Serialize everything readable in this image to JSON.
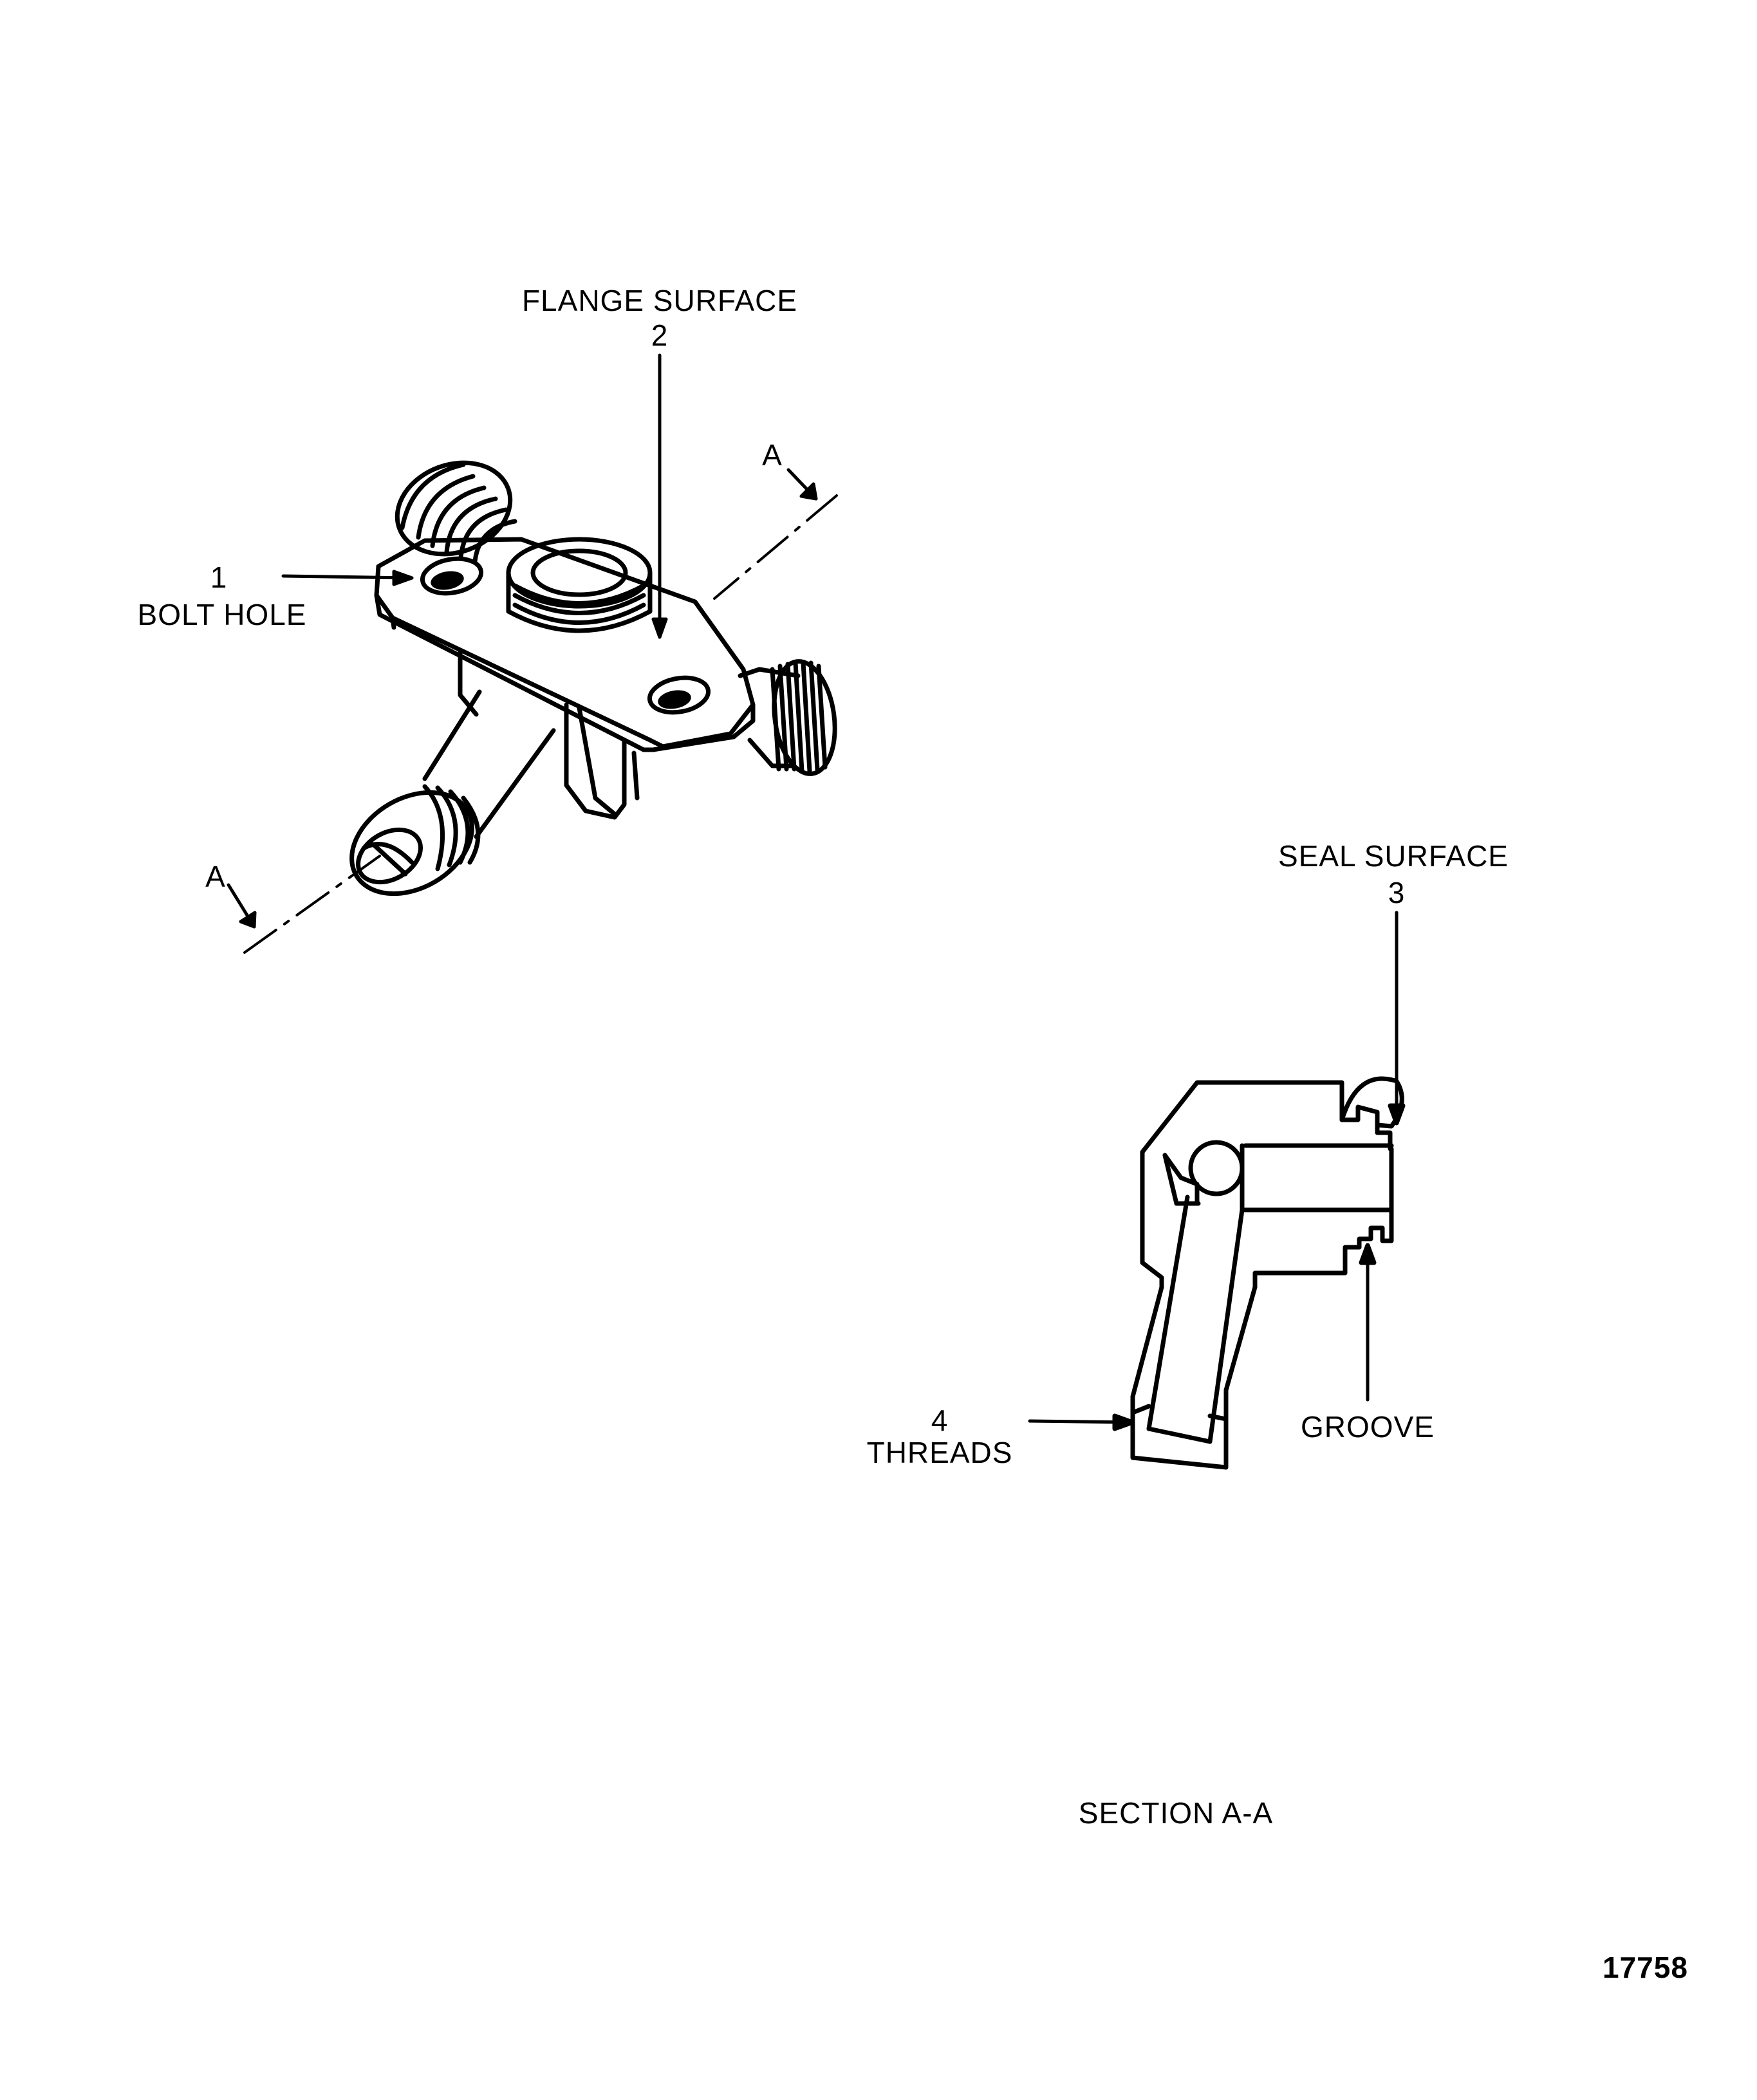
{
  "callouts": [
    {
      "number": "1",
      "label": "BOLT HOLE"
    },
    {
      "number": "2",
      "label": "FLANGE SURFACE"
    },
    {
      "number": "3",
      "label": "SEAL SURFACE"
    },
    {
      "number": "4",
      "label": "THREADS"
    }
  ],
  "groove_label": "GROOVE",
  "section_marker": "A",
  "section_title": "SECTION A-A",
  "figure_number": "17758"
}
